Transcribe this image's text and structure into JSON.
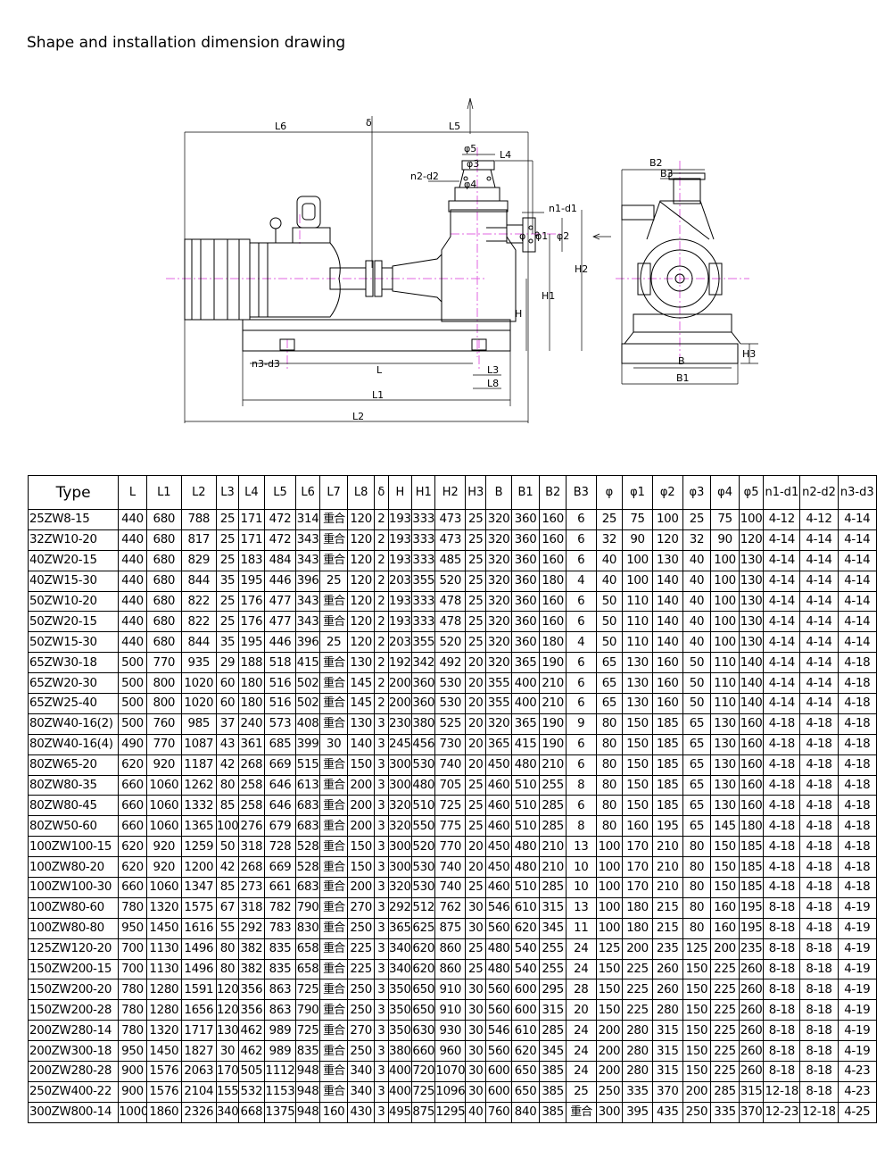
{
  "title": "Shape and installation dimension drawing",
  "drawing": {
    "labels": {
      "L6": "L6",
      "delta": "δ",
      "L5": "L5",
      "phi5": "φ5",
      "L4": "L4",
      "phi3": "φ3",
      "n2d2": "n2-d2",
      "phi4": "φ4",
      "n1d1": "n1-d1",
      "phi": "φ",
      "phi1": "φ1",
      "phi2": "φ2",
      "H2": "H2",
      "H1": "H1",
      "H": "H",
      "n3d3": "n3-d3",
      "L": "L",
      "L3": "L3",
      "L8": "L8",
      "L1": "L1",
      "L2": "L2",
      "B2": "B2",
      "B3": "B3",
      "B": "B",
      "B1": "B1",
      "H3": "H3"
    }
  },
  "table": {
    "headers": [
      "Type",
      "L",
      "L1",
      "L2",
      "L3",
      "L4",
      "L5",
      "L6",
      "L7",
      "L8",
      "δ",
      "H",
      "H1",
      "H2",
      "H3",
      "B",
      "B1",
      "B2",
      "B3",
      "φ",
      "φ1",
      "φ2",
      "φ3",
      "φ4",
      "φ5",
      "n1-d1",
      "n2-d2",
      "n3-d3"
    ],
    "rows": [
      [
        "25ZW8-15",
        "440",
        "680",
        "788",
        "25",
        "171",
        "472",
        "314",
        "重合",
        "120",
        "2",
        "193",
        "333",
        "473",
        "25",
        "320",
        "360",
        "160",
        "6",
        "25",
        "75",
        "100",
        "25",
        "75",
        "100",
        "4-12",
        "4-12",
        "4-14"
      ],
      [
        "32ZW10-20",
        "440",
        "680",
        "817",
        "25",
        "171",
        "472",
        "343",
        "重合",
        "120",
        "2",
        "193",
        "333",
        "473",
        "25",
        "320",
        "360",
        "160",
        "6",
        "32",
        "90",
        "120",
        "32",
        "90",
        "120",
        "4-14",
        "4-14",
        "4-14"
      ],
      [
        "40ZW20-15",
        "440",
        "680",
        "829",
        "25",
        "183",
        "484",
        "343",
        "重合",
        "120",
        "2",
        "193",
        "333",
        "485",
        "25",
        "320",
        "360",
        "160",
        "6",
        "40",
        "100",
        "130",
        "40",
        "100",
        "130",
        "4-14",
        "4-14",
        "4-14"
      ],
      [
        "40ZW15-30",
        "440",
        "680",
        "844",
        "35",
        "195",
        "446",
        "396",
        "25",
        "120",
        "2",
        "203",
        "355",
        "520",
        "25",
        "320",
        "360",
        "180",
        "4",
        "40",
        "100",
        "140",
        "40",
        "100",
        "130",
        "4-14",
        "4-14",
        "4-14"
      ],
      [
        "50ZW10-20",
        "440",
        "680",
        "822",
        "25",
        "176",
        "477",
        "343",
        "重合",
        "120",
        "2",
        "193",
        "333",
        "478",
        "25",
        "320",
        "360",
        "160",
        "6",
        "50",
        "110",
        "140",
        "40",
        "100",
        "130",
        "4-14",
        "4-14",
        "4-14"
      ],
      [
        "50ZW20-15",
        "440",
        "680",
        "822",
        "25",
        "176",
        "477",
        "343",
        "重合",
        "120",
        "2",
        "193",
        "333",
        "478",
        "25",
        "320",
        "360",
        "160",
        "6",
        "50",
        "110",
        "140",
        "40",
        "100",
        "130",
        "4-14",
        "4-14",
        "4-14"
      ],
      [
        "50ZW15-30",
        "440",
        "680",
        "844",
        "35",
        "195",
        "446",
        "396",
        "25",
        "120",
        "2",
        "203",
        "355",
        "520",
        "25",
        "320",
        "360",
        "180",
        "4",
        "50",
        "110",
        "140",
        "40",
        "100",
        "130",
        "4-14",
        "4-14",
        "4-14"
      ],
      [
        "65ZW30-18",
        "500",
        "770",
        "935",
        "29",
        "188",
        "518",
        "415",
        "重合",
        "130",
        "2",
        "192",
        "342",
        "492",
        "20",
        "320",
        "365",
        "190",
        "6",
        "65",
        "130",
        "160",
        "50",
        "110",
        "140",
        "4-14",
        "4-14",
        "4-18"
      ],
      [
        "65ZW20-30",
        "500",
        "800",
        "1020",
        "60",
        "180",
        "516",
        "502",
        "重合",
        "145",
        "2",
        "200",
        "360",
        "530",
        "20",
        "355",
        "400",
        "210",
        "6",
        "65",
        "130",
        "160",
        "50",
        "110",
        "140",
        "4-14",
        "4-14",
        "4-18"
      ],
      [
        "65ZW25-40",
        "500",
        "800",
        "1020",
        "60",
        "180",
        "516",
        "502",
        "重合",
        "145",
        "2",
        "200",
        "360",
        "530",
        "20",
        "355",
        "400",
        "210",
        "6",
        "65",
        "130",
        "160",
        "50",
        "110",
        "140",
        "4-14",
        "4-14",
        "4-18"
      ],
      [
        "80ZW40-16(2)",
        "500",
        "760",
        "985",
        "37",
        "240",
        "573",
        "408",
        "重合",
        "130",
        "3",
        "230",
        "380",
        "525",
        "20",
        "320",
        "365",
        "190",
        "9",
        "80",
        "150",
        "185",
        "65",
        "130",
        "160",
        "4-18",
        "4-18",
        "4-18"
      ],
      [
        "80ZW40-16(4)",
        "490",
        "770",
        "1087",
        "43",
        "361",
        "685",
        "399",
        "30",
        "140",
        "3",
        "245",
        "456",
        "730",
        "20",
        "365",
        "415",
        "190",
        "6",
        "80",
        "150",
        "185",
        "65",
        "130",
        "160",
        "4-18",
        "4-18",
        "4-18"
      ],
      [
        "80ZW65-20",
        "620",
        "920",
        "1187",
        "42",
        "268",
        "669",
        "515",
        "重合",
        "150",
        "3",
        "300",
        "530",
        "740",
        "20",
        "450",
        "480",
        "210",
        "6",
        "80",
        "150",
        "185",
        "65",
        "130",
        "160",
        "4-18",
        "4-18",
        "4-18"
      ],
      [
        "80ZW80-35",
        "660",
        "1060",
        "1262",
        "80",
        "258",
        "646",
        "613",
        "重合",
        "200",
        "3",
        "300",
        "480",
        "705",
        "25",
        "460",
        "510",
        "255",
        "8",
        "80",
        "150",
        "185",
        "65",
        "130",
        "160",
        "4-18",
        "4-18",
        "4-18"
      ],
      [
        "80ZW80-45",
        "660",
        "1060",
        "1332",
        "85",
        "258",
        "646",
        "683",
        "重合",
        "200",
        "3",
        "320",
        "510",
        "725",
        "25",
        "460",
        "510",
        "285",
        "6",
        "80",
        "150",
        "185",
        "65",
        "130",
        "160",
        "4-18",
        "4-18",
        "4-18"
      ],
      [
        "80ZW50-60",
        "660",
        "1060",
        "1365",
        "100",
        "276",
        "679",
        "683",
        "重合",
        "200",
        "3",
        "320",
        "550",
        "775",
        "25",
        "460",
        "510",
        "285",
        "8",
        "80",
        "160",
        "195",
        "65",
        "145",
        "180",
        "4-18",
        "4-18",
        "4-18"
      ],
      [
        "100ZW100-15",
        "620",
        "920",
        "1259",
        "50",
        "318",
        "728",
        "528",
        "重合",
        "150",
        "3",
        "300",
        "520",
        "770",
        "20",
        "450",
        "480",
        "210",
        "13",
        "100",
        "170",
        "210",
        "80",
        "150",
        "185",
        "4-18",
        "4-18",
        "4-18"
      ],
      [
        "100ZW80-20",
        "620",
        "920",
        "1200",
        "42",
        "268",
        "669",
        "528",
        "重合",
        "150",
        "3",
        "300",
        "530",
        "740",
        "20",
        "450",
        "480",
        "210",
        "10",
        "100",
        "170",
        "210",
        "80",
        "150",
        "185",
        "4-18",
        "4-18",
        "4-18"
      ],
      [
        "100ZW100-30",
        "660",
        "1060",
        "1347",
        "85",
        "273",
        "661",
        "683",
        "重合",
        "200",
        "3",
        "320",
        "530",
        "740",
        "25",
        "460",
        "510",
        "285",
        "10",
        "100",
        "170",
        "210",
        "80",
        "150",
        "185",
        "4-18",
        "4-18",
        "4-18"
      ],
      [
        "100ZW80-60",
        "780",
        "1320",
        "1575",
        "67",
        "318",
        "782",
        "790",
        "重合",
        "270",
        "3",
        "292",
        "512",
        "762",
        "30",
        "546",
        "610",
        "315",
        "13",
        "100",
        "180",
        "215",
        "80",
        "160",
        "195",
        "8-18",
        "4-18",
        "4-19"
      ],
      [
        "100ZW80-80",
        "950",
        "1450",
        "1616",
        "55",
        "292",
        "783",
        "830",
        "重合",
        "250",
        "3",
        "365",
        "625",
        "875",
        "30",
        "560",
        "620",
        "345",
        "11",
        "100",
        "180",
        "215",
        "80",
        "160",
        "195",
        "8-18",
        "4-18",
        "4-19"
      ],
      [
        "125ZW120-20",
        "700",
        "1130",
        "1496",
        "80",
        "382",
        "835",
        "658",
        "重合",
        "225",
        "3",
        "340",
        "620",
        "860",
        "25",
        "480",
        "540",
        "255",
        "24",
        "125",
        "200",
        "235",
        "125",
        "200",
        "235",
        "8-18",
        "8-18",
        "4-19"
      ],
      [
        "150ZW200-15",
        "700",
        "1130",
        "1496",
        "80",
        "382",
        "835",
        "658",
        "重合",
        "225",
        "3",
        "340",
        "620",
        "860",
        "25",
        "480",
        "540",
        "255",
        "24",
        "150",
        "225",
        "260",
        "150",
        "225",
        "260",
        "8-18",
        "8-18",
        "4-19"
      ],
      [
        "150ZW200-20",
        "780",
        "1280",
        "1591",
        "120",
        "356",
        "863",
        "725",
        "重合",
        "250",
        "3",
        "350",
        "650",
        "910",
        "30",
        "560",
        "600",
        "295",
        "28",
        "150",
        "225",
        "260",
        "150",
        "225",
        "260",
        "8-18",
        "8-18",
        "4-19"
      ],
      [
        "150ZW200-28",
        "780",
        "1280",
        "1656",
        "120",
        "356",
        "863",
        "790",
        "重合",
        "250",
        "3",
        "350",
        "650",
        "910",
        "30",
        "560",
        "600",
        "315",
        "20",
        "150",
        "225",
        "280",
        "150",
        "225",
        "260",
        "8-18",
        "8-18",
        "4-19"
      ],
      [
        "200ZW280-14",
        "780",
        "1320",
        "1717",
        "130",
        "462",
        "989",
        "725",
        "重合",
        "270",
        "3",
        "350",
        "630",
        "930",
        "30",
        "546",
        "610",
        "285",
        "24",
        "200",
        "280",
        "315",
        "150",
        "225",
        "260",
        "8-18",
        "8-18",
        "4-19"
      ],
      [
        "200ZW300-18",
        "950",
        "1450",
        "1827",
        "30",
        "462",
        "989",
        "835",
        "重合",
        "250",
        "3",
        "380",
        "660",
        "960",
        "30",
        "560",
        "620",
        "345",
        "24",
        "200",
        "280",
        "315",
        "150",
        "225",
        "260",
        "8-18",
        "8-18",
        "4-19"
      ],
      [
        "200ZW280-28",
        "900",
        "1576",
        "2063",
        "170",
        "505",
        "1112",
        "948",
        "重合",
        "340",
        "3",
        "400",
        "720",
        "1070",
        "30",
        "600",
        "650",
        "385",
        "24",
        "200",
        "280",
        "315",
        "150",
        "225",
        "260",
        "8-18",
        "8-18",
        "4-23"
      ],
      [
        "250ZW400-22",
        "900",
        "1576",
        "2104",
        "155",
        "532",
        "1153",
        "948",
        "重合",
        "340",
        "3",
        "400",
        "725",
        "1096",
        "30",
        "600",
        "650",
        "385",
        "25",
        "250",
        "335",
        "370",
        "200",
        "285",
        "315",
        "12-18",
        "8-18",
        "4-23"
      ],
      [
        "300ZW800-14",
        "1000",
        "1860",
        "2326",
        "340",
        "668",
        "1375",
        "948",
        "160",
        "430",
        "3",
        "495",
        "875",
        "1295",
        "40",
        "760",
        "840",
        "385",
        "重合",
        "300",
        "395",
        "435",
        "250",
        "335",
        "370",
        "12-23",
        "12-18",
        "4-25"
      ]
    ]
  }
}
